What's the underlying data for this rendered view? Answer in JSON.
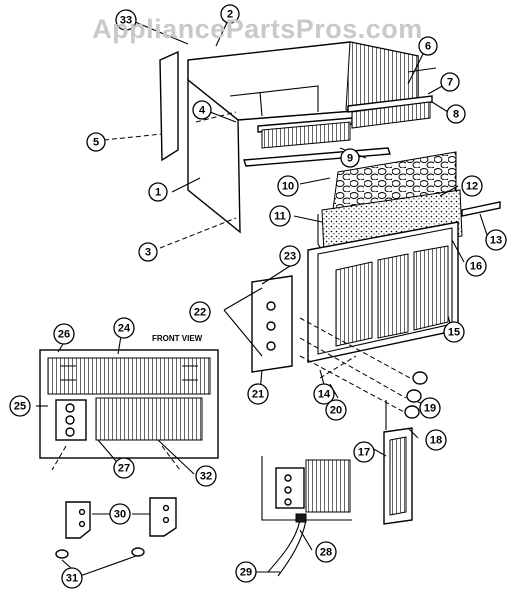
{
  "watermark": "AppliancePartsPros.com",
  "front_view_label": "FRONT VIEW",
  "callouts": [
    {
      "id": "c33",
      "label": "33"
    },
    {
      "id": "c2",
      "label": "2"
    },
    {
      "id": "c6",
      "label": "6"
    },
    {
      "id": "c7",
      "label": "7"
    },
    {
      "id": "c8",
      "label": "8"
    },
    {
      "id": "c4",
      "label": "4"
    },
    {
      "id": "c5",
      "label": "5"
    },
    {
      "id": "c9",
      "label": "9"
    },
    {
      "id": "c1",
      "label": "1"
    },
    {
      "id": "c10",
      "label": "10"
    },
    {
      "id": "c12",
      "label": "12"
    },
    {
      "id": "c11",
      "label": "11"
    },
    {
      "id": "c3",
      "label": "3"
    },
    {
      "id": "c13",
      "label": "13"
    },
    {
      "id": "c23",
      "label": "23"
    },
    {
      "id": "c16",
      "label": "16"
    },
    {
      "id": "c22",
      "label": "22"
    },
    {
      "id": "c15",
      "label": "15"
    },
    {
      "id": "c26",
      "label": "26"
    },
    {
      "id": "c24",
      "label": "24"
    },
    {
      "id": "c25",
      "label": "25"
    },
    {
      "id": "c21",
      "label": "21"
    },
    {
      "id": "c14",
      "label": "14"
    },
    {
      "id": "c20",
      "label": "20"
    },
    {
      "id": "c19",
      "label": "19"
    },
    {
      "id": "c18",
      "label": "18"
    },
    {
      "id": "c17",
      "label": "17"
    },
    {
      "id": "c27",
      "label": "27"
    },
    {
      "id": "c32",
      "label": "32"
    },
    {
      "id": "c30",
      "label": "30"
    },
    {
      "id": "c28",
      "label": "28"
    },
    {
      "id": "c31",
      "label": "31"
    },
    {
      "id": "c29",
      "label": "29"
    }
  ]
}
